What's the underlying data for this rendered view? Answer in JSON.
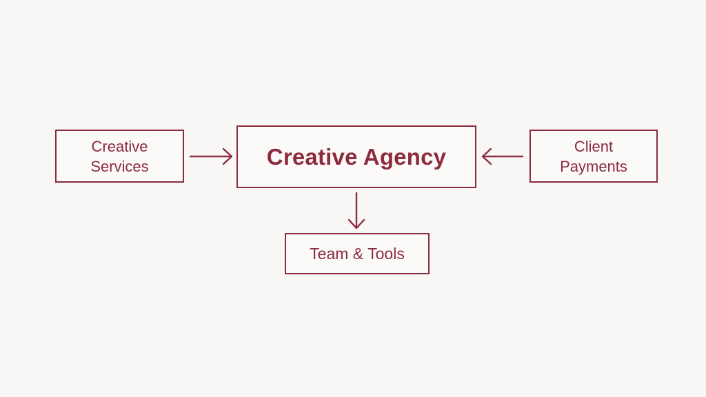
{
  "title": "Creative Agency flow diagram",
  "colors": {
    "accent": "#8c2b3d",
    "background": "#f8f7f5",
    "box_fill": "#fbfaf9"
  },
  "diagram": {
    "nodes": [
      {
        "id": "creative-services",
        "lines": [
          "Creative",
          "Services"
        ]
      },
      {
        "id": "creative-agency",
        "lines": [
          "Creative Agency"
        ]
      },
      {
        "id": "client-payments",
        "lines": [
          "Client",
          "Payments"
        ]
      },
      {
        "id": "team-tools",
        "lines": [
          "Team & Tools"
        ]
      }
    ],
    "arrows": [
      {
        "id": "creative-services-to-agency",
        "from": "creative-services",
        "to": "creative-agency",
        "direction": "right"
      },
      {
        "id": "client-payments-to-agency",
        "from": "client-payments",
        "to": "creative-agency",
        "direction": "left"
      },
      {
        "id": "agency-to-team-tools",
        "from": "creative-agency",
        "to": "team-tools",
        "direction": "down"
      }
    ]
  }
}
